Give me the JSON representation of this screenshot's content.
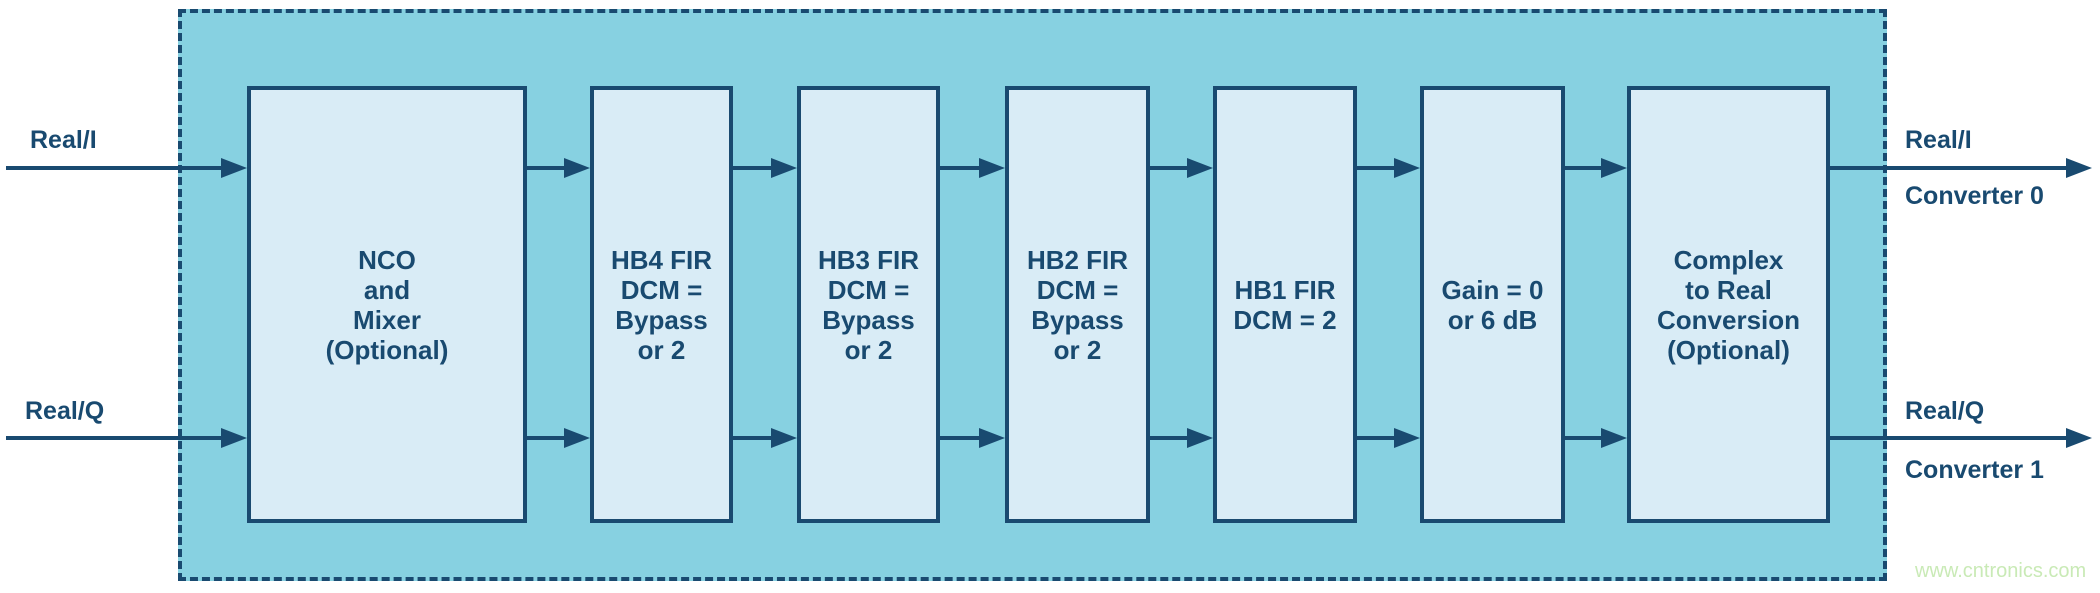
{
  "diagram": {
    "inputs": [
      {
        "label": "Real/I"
      },
      {
        "label": "Real/Q"
      }
    ],
    "blocks": [
      {
        "label": "NCO\nand\nMixer\n(Optional)"
      },
      {
        "label": "HB4 FIR\nDCM =\nBypass\nor 2"
      },
      {
        "label": "HB3 FIR\nDCM =\nBypass\nor 2"
      },
      {
        "label": "HB2 FIR\nDCM =\nBypass\nor 2"
      },
      {
        "label": "HB1 FIR\nDCM = 2"
      },
      {
        "label": "Gain = 0\nor 6 dB"
      },
      {
        "label": "Complex\nto Real\nConversion\n(Optional)"
      }
    ],
    "outputs": [
      {
        "label": "Real/I",
        "sublabel": "Converter 0"
      },
      {
        "label": "Real/Q",
        "sublabel": "Converter 1"
      }
    ],
    "watermark": "www.cntronics.com",
    "colors": {
      "background": "#FFFFFF",
      "envelope_fill": "#87D1E1",
      "block_fill": "#D9ECF6",
      "line": "#194A70",
      "watermark": "#C9EAB6"
    }
  }
}
